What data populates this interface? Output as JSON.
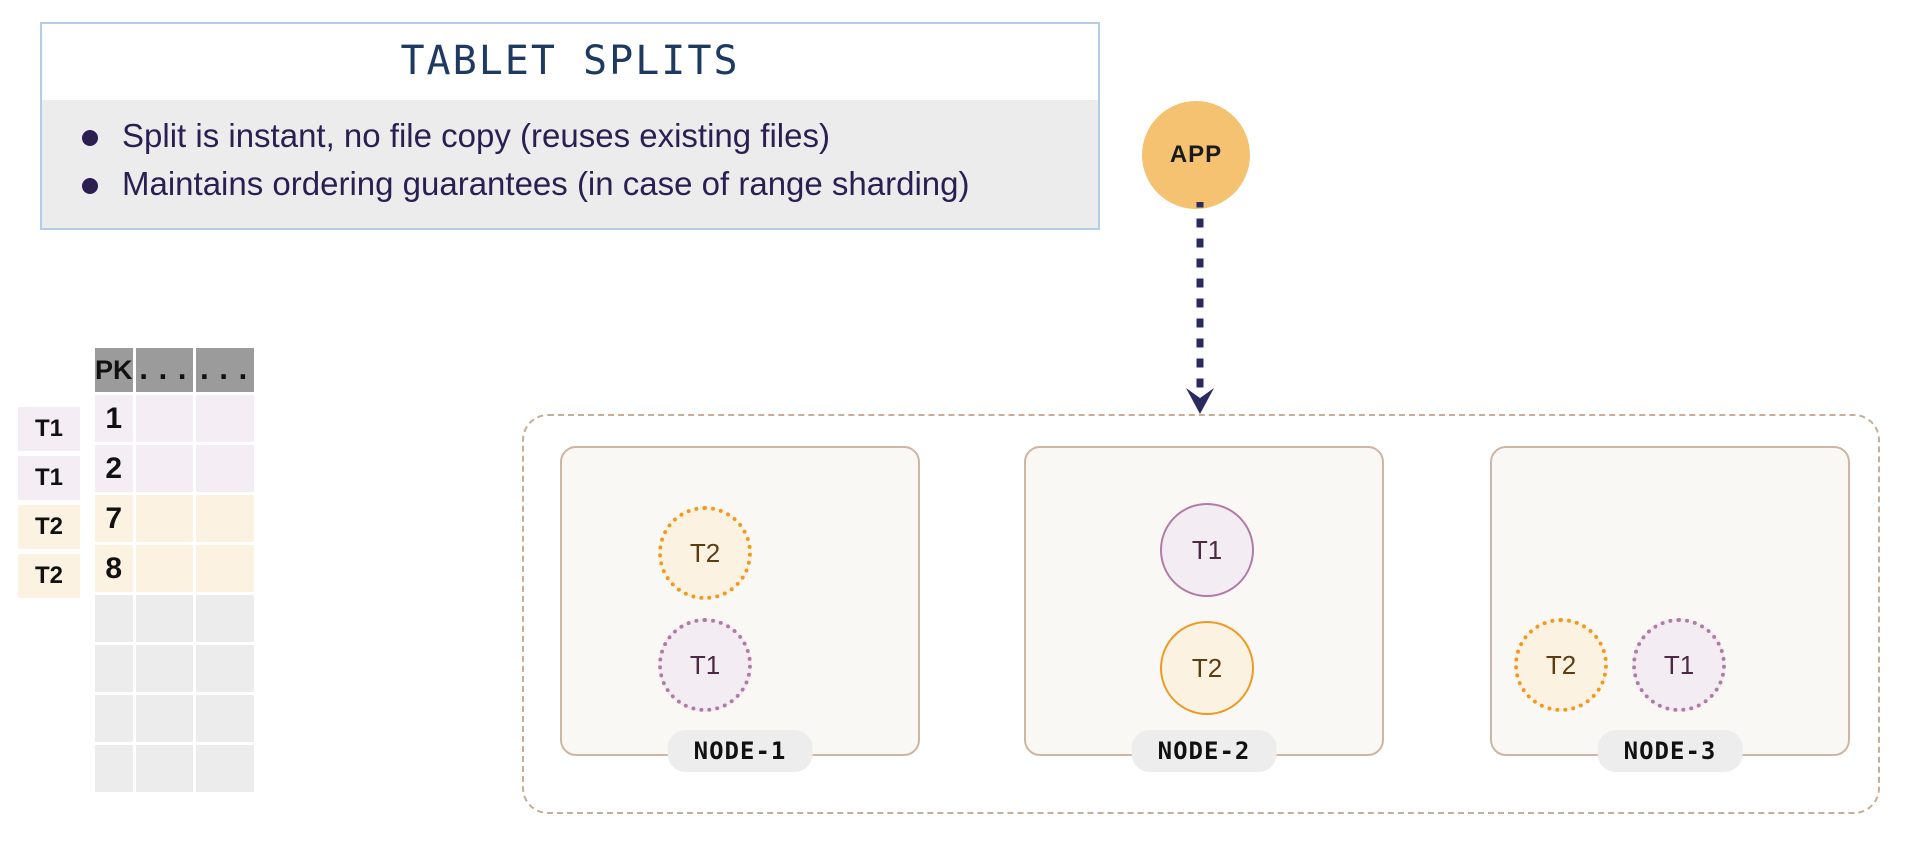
{
  "callout": {
    "title": "TABLET SPLITS",
    "bullets": [
      "Split is instant, no file copy (reuses existing files)",
      "Maintains ordering guarantees (in case of range sharding)"
    ],
    "border_color": "#b3cde8",
    "body_bg": "#ececec",
    "title_color": "#1e3a61"
  },
  "table": {
    "columns": [
      "PK",
      "...",
      "..."
    ],
    "row_labels": [
      "T1",
      "T1",
      "T2",
      "T2"
    ],
    "rows": [
      {
        "tag": "T1",
        "pk": "1",
        "c1": "",
        "c2": ""
      },
      {
        "tag": "T1",
        "pk": "2",
        "c1": "",
        "c2": ""
      },
      {
        "tag": "T2",
        "pk": "7",
        "c1": "",
        "c2": ""
      },
      {
        "tag": "T2",
        "pk": "8",
        "c1": "",
        "c2": ""
      }
    ],
    "empty_row_count": 4,
    "header_bg": "#9b9b9b",
    "t1_bg": "#f4eef4",
    "t2_bg": "#fcf2e2",
    "empty_bg": "#ececec"
  },
  "app": {
    "label": "APP",
    "color": "#f4c270",
    "arrow_color": "#2b2a5e",
    "arrow_style": "dotted-down-arrow"
  },
  "cluster": {
    "border_color": "#c9ad94",
    "nodes": [
      {
        "label": "NODE-1",
        "layout": "vertical",
        "tablets": [
          {
            "name": "T2",
            "style": "dotted",
            "accent": "#ef9923",
            "fill": "#fcf2e2"
          },
          {
            "name": "T1",
            "style": "dotted",
            "accent": "#b07ba5",
            "fill": "#f4ecf3"
          }
        ]
      },
      {
        "label": "NODE-2",
        "layout": "vertical",
        "tablets": [
          {
            "name": "T1",
            "style": "solid",
            "accent": "#b07ba5",
            "fill": "#f4ecf3"
          },
          {
            "name": "T2",
            "style": "solid",
            "accent": "#ef9923",
            "fill": "#fcf2e2"
          }
        ]
      },
      {
        "label": "NODE-3",
        "layout": "horizontal",
        "tablets": [
          {
            "name": "T2",
            "style": "dotted",
            "accent": "#ef9923",
            "fill": "#fcf2e2"
          },
          {
            "name": "T1",
            "style": "dotted",
            "accent": "#b07ba5",
            "fill": "#f4ecf3"
          }
        ]
      }
    ]
  }
}
